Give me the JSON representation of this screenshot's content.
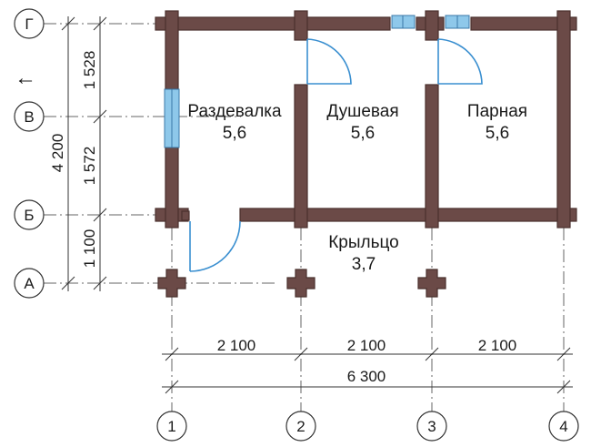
{
  "axes": {
    "rows": [
      "Г",
      "В",
      "Б",
      "А"
    ],
    "columns": [
      "1",
      "2",
      "3",
      "4"
    ]
  },
  "rooms": [
    {
      "name": "Раздевалка",
      "area": "5,6"
    },
    {
      "name": "Душевая",
      "area": "5,6"
    },
    {
      "name": "Парная",
      "area": "5,6"
    },
    {
      "name": "Крыльцо",
      "area": "3,7"
    }
  ],
  "dimensions": {
    "vertical": [
      "1 528",
      "1 572",
      "1 100"
    ],
    "vertical_total": "4 200",
    "horizontal": [
      "2 100",
      "2 100",
      "2 100"
    ],
    "horizontal_total": "6 300"
  },
  "entrance_arrow": "←",
  "colors": {
    "log_wall": "#6b4a47",
    "log_outline": "#4a302d",
    "door_arc": "#3a8fd0",
    "window": "#8ec8ea",
    "axis_line": "#555555"
  }
}
